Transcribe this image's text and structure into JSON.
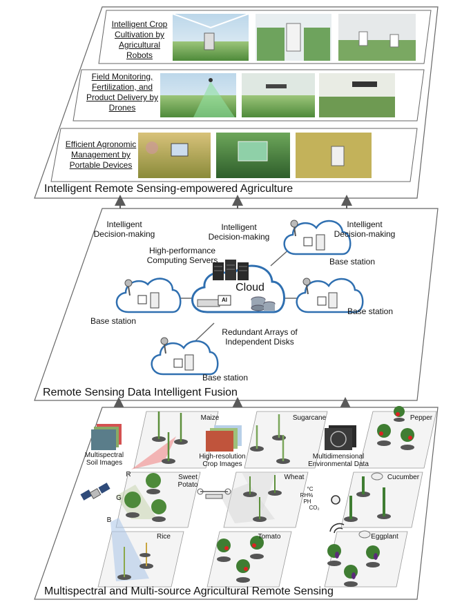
{
  "layers": {
    "top": {
      "title": "Intelligent Remote Sensing-empowered Agriculture",
      "rows": [
        {
          "label_lines": [
            "Intelligent Crop",
            "Cultivation by",
            "Agricultural Robots"
          ]
        },
        {
          "label_lines": [
            "Field Monitoring,",
            "Fertilization, and",
            "Product Delivery  by",
            "Drones"
          ]
        },
        {
          "label_lines": [
            "Efficient Agronomic",
            "Management by",
            "Portable Devices"
          ]
        }
      ]
    },
    "middle": {
      "title": "Remote Sensing Data Intelligent Fusion",
      "decision": [
        "Intelligent",
        "Decision-making"
      ],
      "servers": [
        "High-performance",
        "Computing Servers"
      ],
      "cloud": "Cloud",
      "raid": [
        "Redundant Arrays of",
        "Independent Disks"
      ],
      "base_station": "Base station",
      "ai": "AI"
    },
    "bottom": {
      "title": "Multispectral and Multi-source Agricultural Remote Sensing",
      "sources": {
        "soil": [
          "Multispectral",
          "Soil Images"
        ],
        "crop": [
          "High-resolution",
          "Crop Images"
        ],
        "env": [
          "Multidimensional",
          "Environmental Data"
        ]
      },
      "crops": {
        "maize": "Maize",
        "sugarcane": "Sugarcane",
        "pepper": "Pepper",
        "sweet_potato": [
          "Sweet",
          "Potato"
        ],
        "wheat": "Wheat",
        "cucumber": "Cucumber",
        "rice": "Rice",
        "tomato": "Tomato",
        "eggplant": "Eggplant"
      },
      "bands": {
        "r": "R",
        "g": "G",
        "b": "B"
      },
      "sensors": [
        "°C",
        "RH%",
        "PH",
        "CO₂"
      ]
    }
  },
  "colors": {
    "outline": "#555555",
    "arrow": "#5a5a5a",
    "cloud_stroke": "#2f6fb0",
    "cloud_fill": "#ffffff",
    "server_dark": "#2a2a2a",
    "beam_red": "#f08080",
    "beam_green": "#c9d6b0",
    "beam_blue": "#a9c4e8"
  }
}
